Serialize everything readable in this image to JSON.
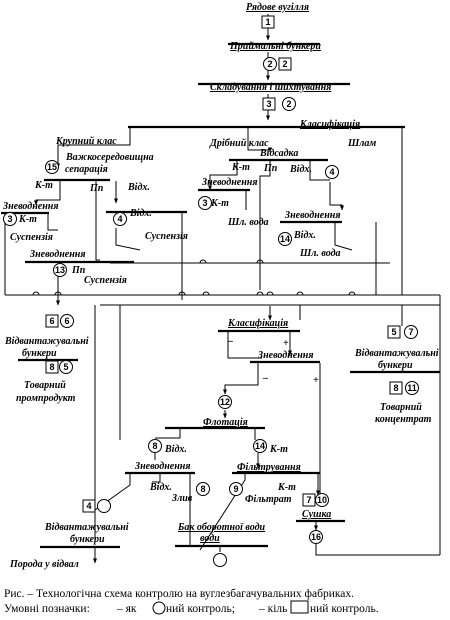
{
  "caption": {
    "line1": "Рис.    – Технологічна схема контролю на вуглезбагачувальних фабриках.",
    "legend_prefix": "Умовні позначки:",
    "quality_left": "– як",
    "quality_right": "ний контроль;",
    "quantity_left": "– кіль",
    "quantity_right": "ний контроль."
  },
  "titles": {
    "raw_coal": "Рядове вугілля",
    "receiving_bunkers": "Приймальні бункери",
    "storage": "Складування і шихтування",
    "classification_1": "Класифікація",
    "classification_2": "Класифікація",
    "flotation": "Флотація",
    "filtration": "Фільтрування",
    "drying": "Сушка",
    "circulating_water_tank": "Бак оборотної води"
  },
  "labels": {
    "coarse_class": "Крупний клас",
    "fine_class": "Дрібний клас",
    "slime": "Шлам",
    "heavy_medium_1": "Важкосередовищна",
    "heavy_medium_2": "сепарація",
    "jigging": "Відсадка",
    "concentrate_abbr": "К-т",
    "middlings_abbr": "Пп",
    "tailings_abbr": "Відх.",
    "dewatering": "Зневоднення",
    "suspension": "Суспензія",
    "slime_water": "Шл. вода",
    "shipping_bunkers_1": "Відвантажувальні",
    "shipping_bunkers_2": "бункери",
    "commercial_middlings_1": "Товарний",
    "commercial_middlings_2": "промпродукт",
    "commercial_concentrate_1": "Товарний",
    "commercial_concentrate_2": "концентрат",
    "discharge": "Злив",
    "filtrate": "Фільтрат",
    "water": "води",
    "rock_to_dump": "Порода у відвал",
    "minus": "–",
    "plus": "+"
  },
  "quality_control_points": [
    "2",
    "2",
    "15",
    "4",
    "3",
    "4",
    "3",
    "14",
    "13",
    "6",
    "5",
    "7",
    "11",
    "12",
    "8",
    "14",
    "8",
    "9",
    "10",
    "16"
  ],
  "quantity_control_points": [
    "1",
    "2",
    "3",
    "6",
    "8",
    "5",
    "8",
    "7",
    "4"
  ]
}
